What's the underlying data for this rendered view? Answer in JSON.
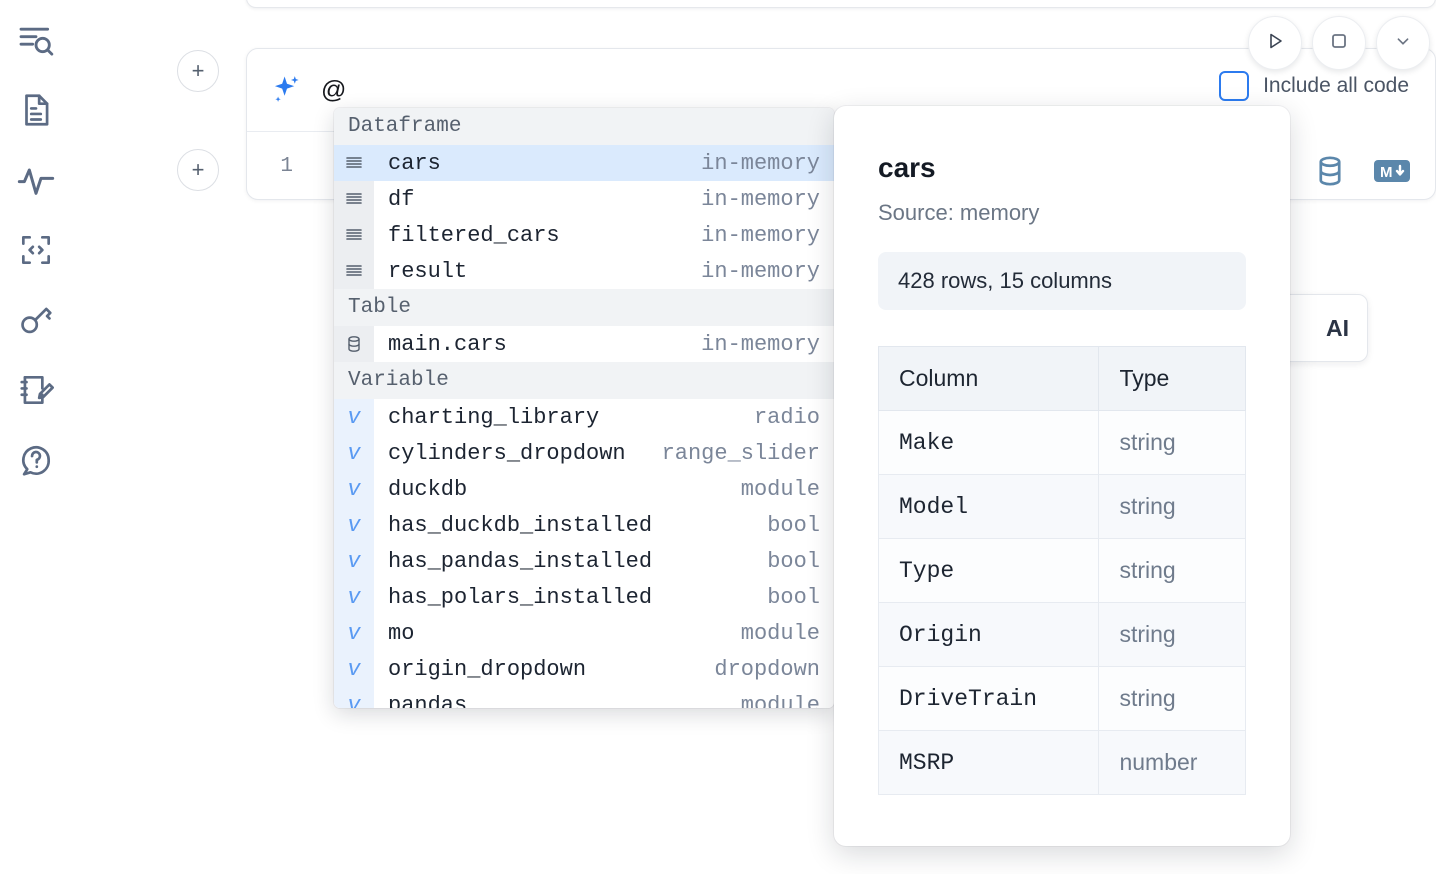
{
  "sidebar": {
    "items": [
      {
        "name": "outline-search-icon",
        "label": "Explore"
      },
      {
        "name": "file-text-icon",
        "label": "Notebook"
      },
      {
        "name": "activity-pulse-icon",
        "label": "Variables"
      },
      {
        "name": "code-brackets-icon",
        "label": "Snippets"
      },
      {
        "name": "key-icon",
        "label": "Secrets"
      },
      {
        "name": "notepad-pencil-icon",
        "label": "Scratchpad"
      },
      {
        "name": "help-chat-icon",
        "label": "Help"
      }
    ]
  },
  "toolbar": {
    "run_label": "Run",
    "stop_label": "Stop",
    "include_all_code_label": "Include all code",
    "include_all_code_checked": false,
    "database_icon_label": "Connect database",
    "markdown_icon_label": "M",
    "ai_chip_label": "AI"
  },
  "prompt": {
    "value": "@",
    "placeholder": "",
    "sparkle_icon": "ai-sparkle-icon",
    "line_number": "1",
    "add_cell_label": "+"
  },
  "autocomplete": {
    "sections": [
      {
        "title": "Dataframe",
        "kind": "df",
        "icon": "list-lines-icon",
        "items": [
          {
            "name": "cars",
            "type": "in-memory",
            "selected": true
          },
          {
            "name": "df",
            "type": "in-memory",
            "selected": false
          },
          {
            "name": "filtered_cars",
            "type": "in-memory",
            "selected": false
          },
          {
            "name": "result",
            "type": "in-memory",
            "selected": false
          }
        ]
      },
      {
        "title": "Table",
        "kind": "table",
        "icon": "database-icon",
        "items": [
          {
            "name": "main.cars",
            "type": "in-memory",
            "selected": false
          }
        ]
      },
      {
        "title": "Variable",
        "kind": "var",
        "icon": "variable-icon",
        "items": [
          {
            "name": "charting_library",
            "type": "radio",
            "selected": false
          },
          {
            "name": "cylinders_dropdown",
            "type": "range_slider",
            "selected": false
          },
          {
            "name": "duckdb",
            "type": "module",
            "selected": false
          },
          {
            "name": "has_duckdb_installed",
            "type": "bool",
            "selected": false
          },
          {
            "name": "has_pandas_installed",
            "type": "bool",
            "selected": false
          },
          {
            "name": "has_polars_installed",
            "type": "bool",
            "selected": false
          },
          {
            "name": "mo",
            "type": "module",
            "selected": false
          },
          {
            "name": "origin_dropdown",
            "type": "dropdown",
            "selected": false
          },
          {
            "name": "pandas",
            "type": "module",
            "selected": false
          }
        ]
      }
    ]
  },
  "detail": {
    "title": "cars",
    "source": "Source: memory",
    "stats": "428 rows, 15 columns",
    "columns_header": "Column",
    "type_header": "Type",
    "rows": [
      {
        "column": "Make",
        "type": "string"
      },
      {
        "column": "Model",
        "type": "string"
      },
      {
        "column": "Type",
        "type": "string"
      },
      {
        "column": "Origin",
        "type": "string"
      },
      {
        "column": "DriveTrain",
        "type": "string"
      },
      {
        "column": "MSRP",
        "type": "number"
      }
    ]
  },
  "colors": {
    "accent": "#2c7bef",
    "selection": "#daeafd",
    "var_gutter": "#eaf2fd",
    "df_gutter": "#eceef1",
    "section_bg": "#f1f3f5",
    "icon": "#5c6b84",
    "db_icon": "#5b87ab"
  }
}
